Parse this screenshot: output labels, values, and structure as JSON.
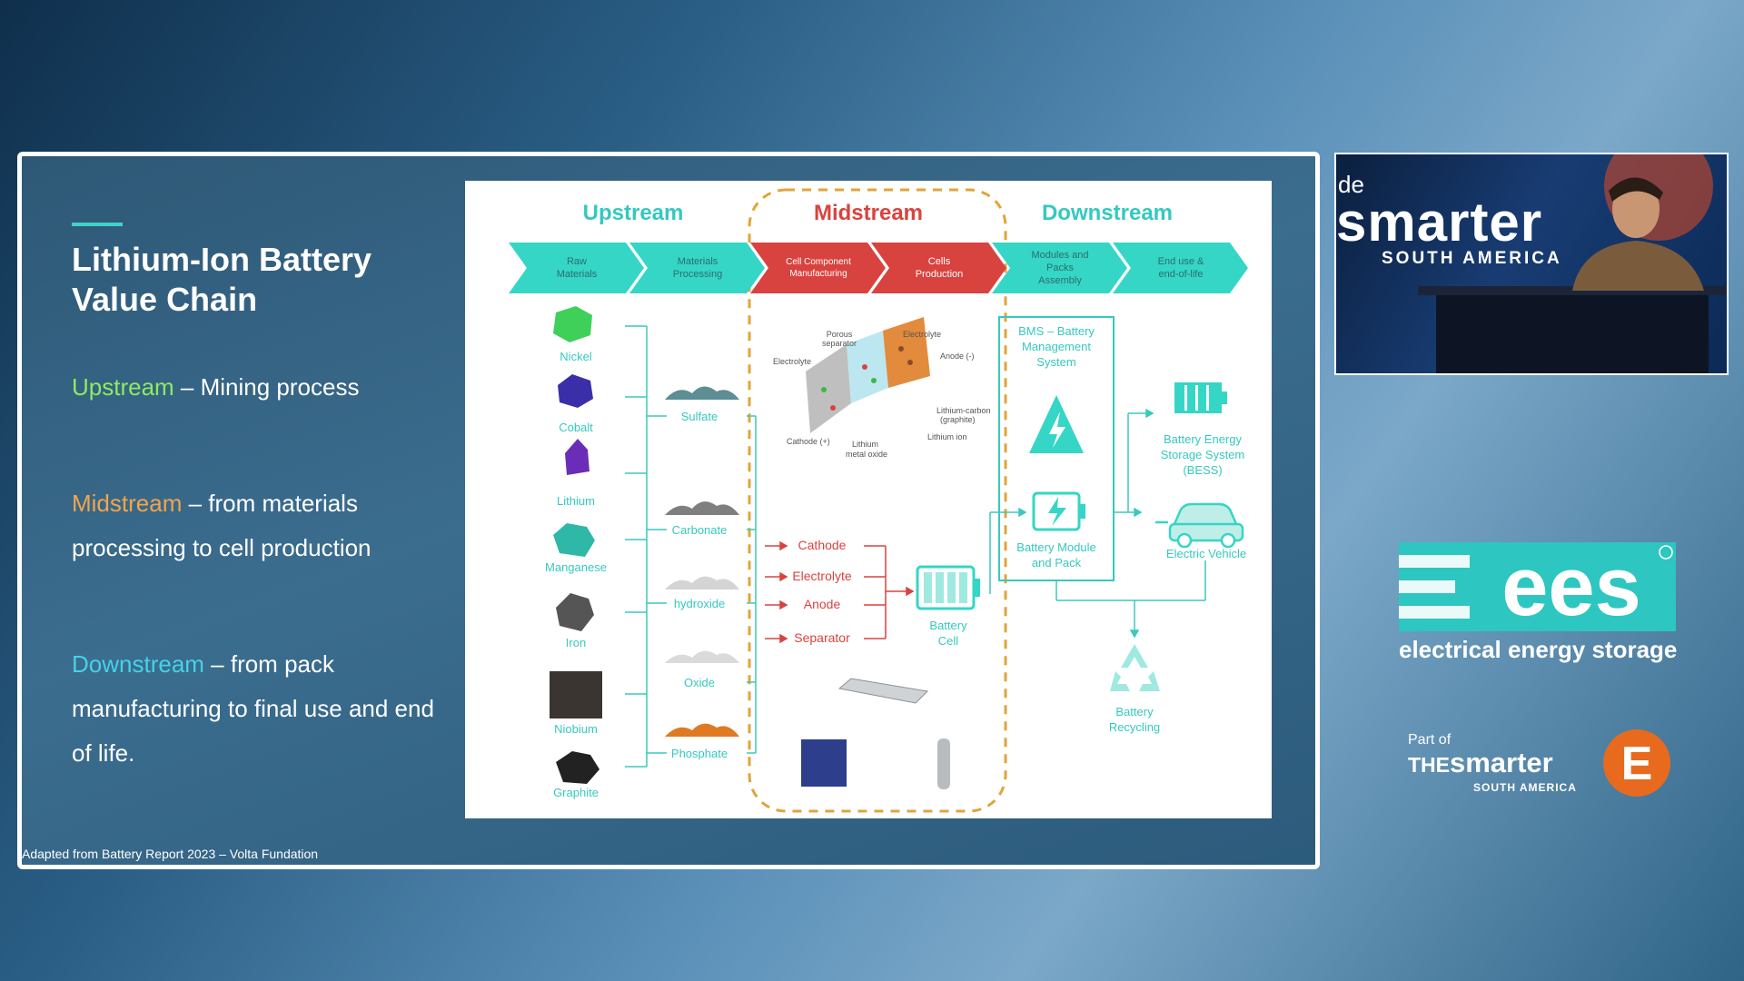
{
  "slide": {
    "title": "Lithium-Ion Battery Value Chain",
    "bullets": [
      {
        "keyword": "Upstream",
        "text": " – Mining process",
        "color": "#8fea62"
      },
      {
        "keyword": "Midstream",
        "text": " – from materials processing to cell production",
        "color": "#f2a44c"
      },
      {
        "keyword": "Downstream",
        "text": " – from pack manufacturing to final use and end of life.",
        "color": "#45d2e6"
      }
    ],
    "citation": "Adapted from Battery Report 2023 – Volta Fundation"
  },
  "diagram": {
    "stages": [
      {
        "name": "Upstream",
        "color": "#35c9be"
      },
      {
        "name": "Midstream",
        "color": "#d9433f"
      },
      {
        "name": "Downstream",
        "color": "#35c9be"
      }
    ],
    "chevrons": [
      {
        "label": [
          "Raw",
          "Materials"
        ],
        "color": "#35d6c6"
      },
      {
        "label": [
          "Materials",
          "Processing"
        ],
        "color": "#35d6c6"
      },
      {
        "label": [
          "Cell Component",
          "Manufacturing"
        ],
        "color": "#d9433f"
      },
      {
        "label": [
          "Cells",
          "Production"
        ],
        "color": "#d9433f"
      },
      {
        "label": [
          "Modules and",
          "Packs",
          "Assembly"
        ],
        "color": "#35d6c6"
      },
      {
        "label": [
          "End use &",
          "end-of-life"
        ],
        "color": "#35d6c6"
      }
    ],
    "raw_materials": [
      {
        "name": "Nickel",
        "color": "#3fd05a"
      },
      {
        "name": "Cobalt",
        "color": "#3a2fa8"
      },
      {
        "name": "Lithium",
        "color": "#6b2db8"
      },
      {
        "name": "Manganese",
        "color": "#2fb7a8"
      },
      {
        "name": "Iron",
        "color": "#555555"
      },
      {
        "name": "Niobium",
        "color": "#3a3530"
      },
      {
        "name": "Graphite",
        "color": "#222222"
      }
    ],
    "processed_materials": [
      {
        "name": "Sulfate",
        "color": "#5c8e94"
      },
      {
        "name": "Carbonate",
        "color": "#7f7f7f"
      },
      {
        "name": "hydroxide",
        "color": "#d4d4d4"
      },
      {
        "name": "Oxide",
        "color": "#dadada"
      },
      {
        "name": "Phosphate",
        "color": "#e07a22"
      }
    ],
    "cell_components": [
      "Cathode",
      "Electrolyte",
      "Anode",
      "Separator"
    ],
    "cell_diagram_labels": [
      "Porous",
      "separator",
      "Electrolyte",
      "Electrolyte",
      "Anode (-)",
      "Lithium-carbon",
      "(graphite)",
      "Lithium ion",
      "Cathode (+)",
      "Lithium",
      "metal oxide"
    ],
    "battery_cell_label": [
      "Battery",
      "Cell"
    ],
    "bms_label": [
      "BMS – Battery",
      "Management",
      "System"
    ],
    "module_label": [
      "Battery Module",
      "and Pack"
    ],
    "bess_label": [
      "Battery Energy",
      "Storage System",
      "(BESS)"
    ],
    "ev_label": "Electric Vehicle",
    "recycling_label": [
      "Battery",
      "Recycling"
    ],
    "colors": {
      "teal": "#35c9be",
      "red": "#d9433f",
      "dashed": "#e0a53a",
      "line": "#3cc8bd"
    }
  },
  "webcam": {
    "watermark_prefix": "de",
    "watermark_main": "smarter",
    "watermark_sub": "SOUTH AMERICA"
  },
  "branding": {
    "ees_logo": "ees",
    "ees_tagline": "electrical energy storage",
    "part_of": "Part of",
    "tsa_the": "THE",
    "tsa_smarter": "smarter",
    "tsa_sub": "SOUTH AMERICA",
    "tsa_letter": "E"
  }
}
